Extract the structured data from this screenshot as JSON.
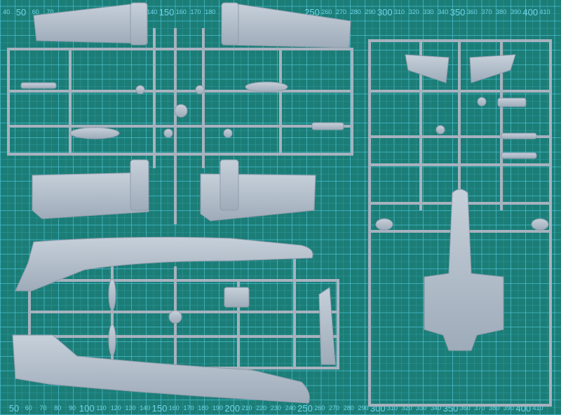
{
  "colors": {
    "mat": "#1c7d77",
    "grid": "#50c8dc",
    "plastic": "#b4bfcb",
    "plastic_shade": "#8f9cab"
  },
  "ruler_top": [
    40,
    50,
    60,
    70,
    140,
    150,
    160,
    170,
    180,
    250,
    260,
    270,
    280,
    290,
    300,
    310,
    320,
    330,
    340,
    350,
    360,
    370,
    380,
    390,
    400,
    410
  ],
  "ruler_bottom": [
    50,
    60,
    70,
    80,
    90,
    100,
    110,
    120,
    130,
    140,
    150,
    160,
    170,
    180,
    190,
    200,
    210,
    220,
    230,
    240,
    250,
    260,
    270,
    280,
    290,
    300,
    310,
    320,
    330,
    340,
    350,
    360,
    370,
    380,
    390,
    400,
    410
  ]
}
